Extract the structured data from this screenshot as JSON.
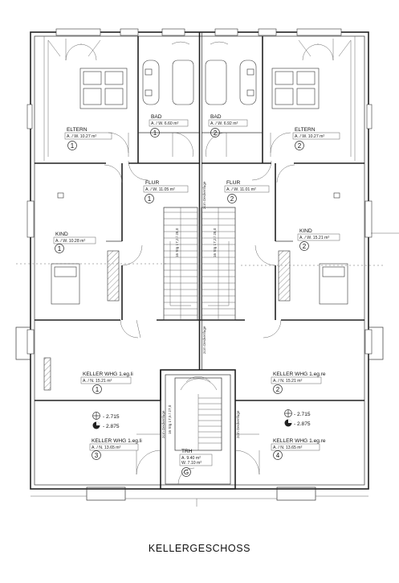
{
  "title": "KELLERGESCHOSS",
  "rooms": [
    {
      "id": "eltern-1",
      "name": "ELTERN",
      "area": "A. / W.  10.27 m²",
      "num": "1"
    },
    {
      "id": "bad-1",
      "name": "BAD",
      "area": "A. / W.  6.60 m²",
      "num": "1"
    },
    {
      "id": "bad-2",
      "name": "BAD",
      "area": "A. / W.  6.92 m²",
      "num": "2"
    },
    {
      "id": "eltern-2",
      "name": "ELTERN",
      "area": "A. / W.  10.27 m²",
      "num": "2"
    },
    {
      "id": "flur-1",
      "name": "FLUR",
      "area": "A. / W. 11.05 m²",
      "num": "1"
    },
    {
      "id": "flur-2",
      "name": "FLUR",
      "area": "A. / W. 11.01 m²",
      "num": "2"
    },
    {
      "id": "kind-1",
      "name": "KIND",
      "area": "A. / W. 10.28 m²",
      "num": "1"
    },
    {
      "id": "kind-2",
      "name": "KIND",
      "area": "A. / W. 15.21 m²",
      "num": "2"
    },
    {
      "id": "keller-1",
      "name": "KELLER WHG 1.eg.li",
      "area": "A. / N.  15.21 m²",
      "num": "1"
    },
    {
      "id": "keller-2",
      "name": "KELLER WHG 1.eg.re",
      "area": "A. / N.  15.21 m²",
      "num": "2"
    },
    {
      "id": "keller-3",
      "name": "KELLER WHG 1.eg.li",
      "area": "A. / N.  13.65 m²",
      "num": "3"
    },
    {
      "id": "keller-4",
      "name": "KELLER WHG 1.eg.re",
      "area": "A. / N.  13.65 m²",
      "num": "4"
    },
    {
      "id": "trh",
      "name": "TRH",
      "area": "A.    9.40 m²",
      "area2": "W.    7.10 m²",
      "num": "G"
    }
  ],
  "levels": {
    "left_top": "- 2.715",
    "left_bottom": "- 2.875",
    "right_top": "- 2.715",
    "right_bottom": "- 2.875"
  },
  "stair_notes": {
    "left": "16 Stg 17,2 / 28,0",
    "right": "16 Stg 17,2 / 28,0",
    "center": "16 Stg 17,5 / 27,0",
    "wall_mid": "2cm Deckenfuge",
    "wall_top": "2cm Deckenfuge",
    "wall_low_left": "2cm Deckenfuge",
    "wall_low_right": "2cm Deckenfuge"
  }
}
